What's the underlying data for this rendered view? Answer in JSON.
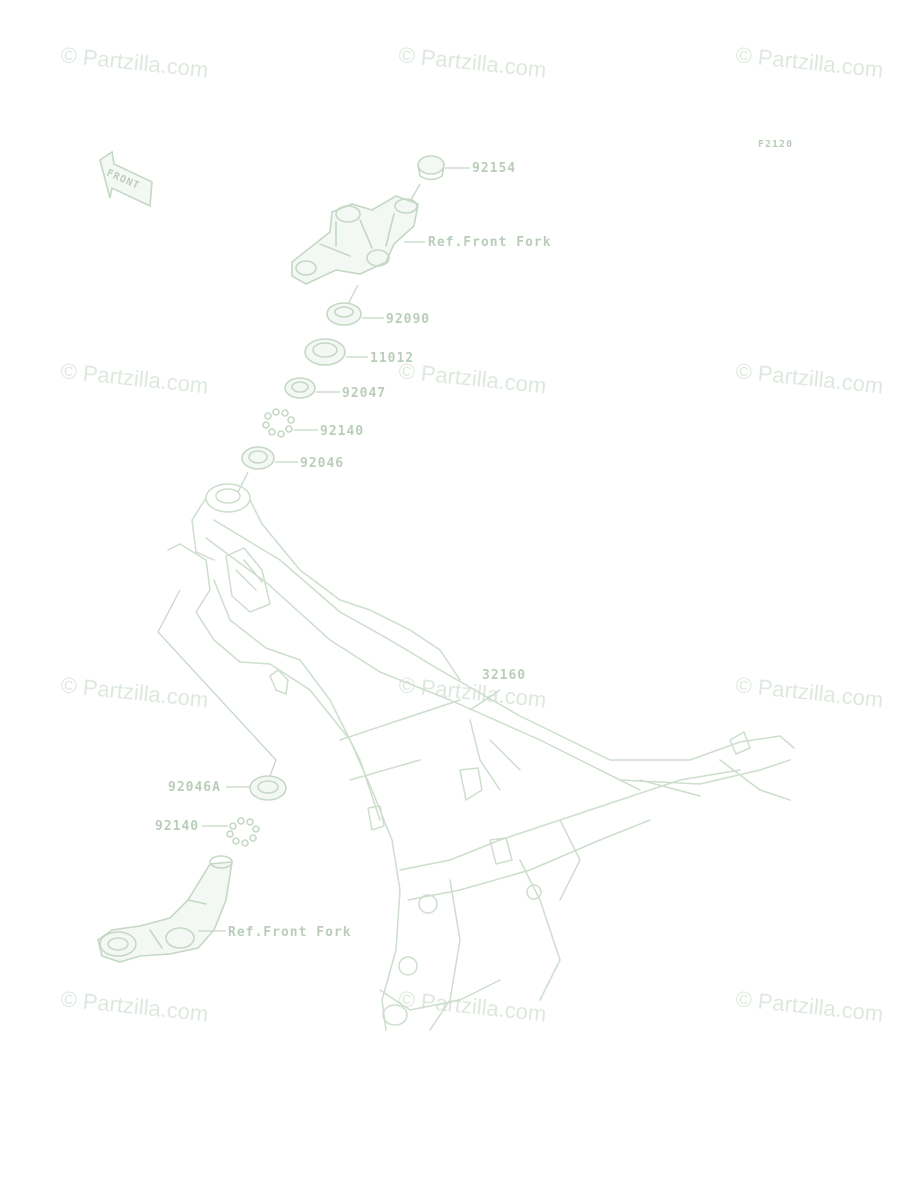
{
  "watermark_text": "© Partzilla.com",
  "diagram_code": "F2120",
  "front_badge": "FRONT",
  "callouts": [
    {
      "id": "92154",
      "label": "92154"
    },
    {
      "id": "ref-front-fork-top",
      "label": "Ref.Front Fork"
    },
    {
      "id": "92090",
      "label": "92090"
    },
    {
      "id": "11012",
      "label": "11012"
    },
    {
      "id": "92047",
      "label": "92047"
    },
    {
      "id": "92140-top",
      "label": "92140"
    },
    {
      "id": "92046",
      "label": "92046"
    },
    {
      "id": "32160",
      "label": "32160"
    },
    {
      "id": "92046A",
      "label": "92046A"
    },
    {
      "id": "92140-bottom",
      "label": "92140"
    },
    {
      "id": "ref-front-fork-bottom",
      "label": "Ref.Front Fork"
    }
  ],
  "colors": {
    "line": "#c5d8c5",
    "label": "#b9cdb9",
    "watermark": "#dfe8df"
  }
}
